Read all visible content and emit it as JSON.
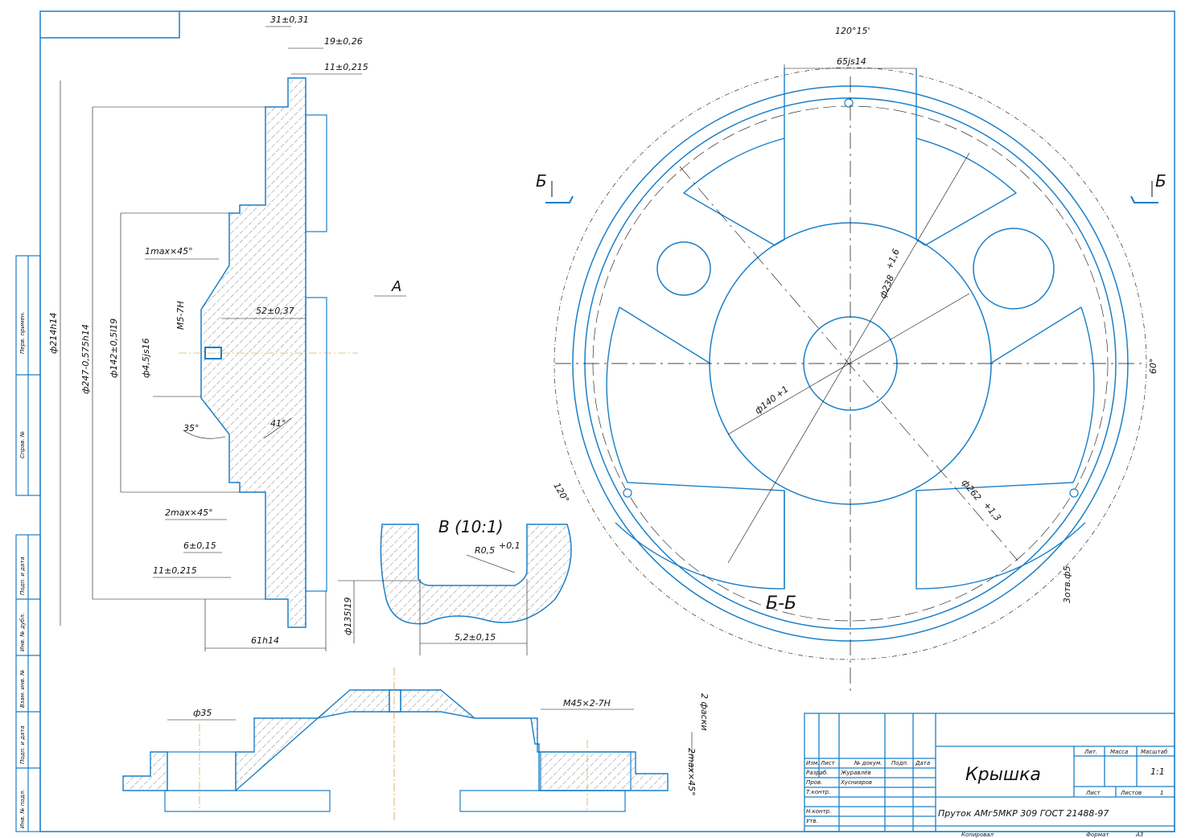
{
  "title_block": {
    "part_name": "Крышка",
    "material": "Пруток АМг5МКР 309 ГОСТ 21488-97",
    "sheet_label": "Лист",
    "sheets_label": "Листов",
    "sheets_value": "1",
    "mass_label": "Масса",
    "scale_label": "Масштаб",
    "lit_label": "Лит.",
    "scale_value": "1:1",
    "izm": "Изм.",
    "list": "Лист",
    "doc_no": "№ докум.",
    "sign": "Подп.",
    "date": "Дата",
    "razrab": "Разраб.",
    "razrab_name": "Журавлёв",
    "prov": "Пров.",
    "prov_name": "Хуснияров",
    "tkontr": "Т.контр.",
    "nkontr": "Н.контр.",
    "utv": "Утв.",
    "kopiroval": "Копировал",
    "format": "Формат",
    "format_value": "А3"
  },
  "left_strip": {
    "perv_primen": "Перв. примен.",
    "sprav_no": "Справ. №",
    "podp_data_1": "Подп. и дата",
    "inv_dubl": "Инв. № дубл.",
    "vzam_inv": "Взам. инв. №",
    "podp_data_2": "Подп. и дата",
    "inv_podl": "Инв. № подл."
  },
  "section_view": {
    "d1": "31±0,31",
    "d2": "19±0,26",
    "d3": "11±0,215",
    "d_outer": "ф214h14",
    "d_247": "ф247-0,575h14",
    "d_142": "ф142±0,5l19",
    "d_45": "ф4,5js16",
    "chamfer1": "1max×45°",
    "thread": "M5-7H",
    "d_52": "52±0,37",
    "angle35": "35°",
    "angle41": "41°",
    "chamfer2": "2max×45°",
    "d_6": "6±0,15",
    "d_11b": "11±0,215",
    "d_61": "61h14",
    "view_a": "А"
  },
  "detail_view": {
    "title": "В (10:1)",
    "radius": "R0,5",
    "radius_tol": "+0,1",
    "diam": "ф135l19",
    "width": "5,2±0,15"
  },
  "bottom_section": {
    "d35": "ф35",
    "thread": "M45×2-7H",
    "chamfer": "2max×45°",
    "chamfer_note": "2 фаски"
  },
  "plan_view": {
    "angle_top": "120°15'",
    "width": "65js14",
    "d238": "ф238",
    "d238_tol": "+1,6",
    "d140": "ф140",
    "d140_tol": "+1",
    "d262": "ф262",
    "d262_tol": "+1,3",
    "angle60": "60°",
    "angle120": "120°",
    "holes": "3отв.ф5",
    "section_label": "Б-Б",
    "cut_left": "Б",
    "cut_right": "Б"
  },
  "colors": {
    "outline": "#1a7fc8",
    "thin": "#111111",
    "hatch": "#555555",
    "axis": "#d08a2a"
  }
}
